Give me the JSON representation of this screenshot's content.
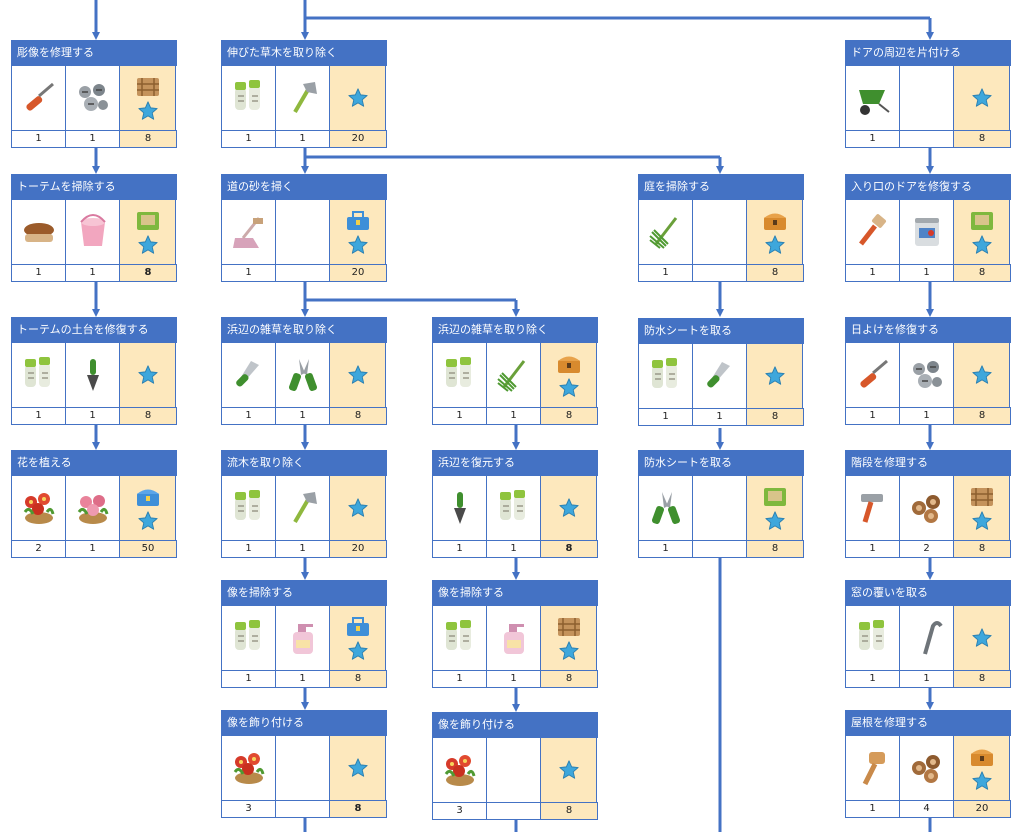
{
  "colors": {
    "header": "#4472c4",
    "line": "#4472c4",
    "reward_bg": "#fde8bd",
    "star": "#3ea7dc"
  },
  "cards": [
    {
      "id": "c1",
      "title": "彫像を修理する",
      "icons": [
        "screwdriver-icon",
        "screws-icon"
      ],
      "reward_icon": "wood-crate-icon",
      "counts": [
        "1",
        "1"
      ],
      "reward": "8",
      "reward_bold": false
    },
    {
      "id": "c2",
      "title": "トーテムを掃除する",
      "icons": [
        "scrub-brush-icon",
        "bucket-icon"
      ],
      "reward_icon": "green-crate-icon",
      "counts": [
        "1",
        "1"
      ],
      "reward": "8",
      "reward_bold": true
    },
    {
      "id": "c3",
      "title": "トーテムの土台を修復する",
      "icons": [
        "gloves-icon",
        "trowel-icon"
      ],
      "reward_icon": "",
      "counts": [
        "1",
        "1"
      ],
      "reward": "8",
      "reward_bold": false
    },
    {
      "id": "c4",
      "title": "花を植える",
      "icons": [
        "red-flowers-icon",
        "pink-flowers-icon"
      ],
      "reward_icon": "blue-chest-icon",
      "counts": [
        "2",
        "1"
      ],
      "reward": "50",
      "reward_bold": false
    },
    {
      "id": "c5",
      "title": "伸びた草木を取り除く",
      "icons": [
        "gloves-icon",
        "hatchet-icon"
      ],
      "reward_icon": "",
      "counts": [
        "1",
        "1"
      ],
      "reward": "20",
      "reward_bold": false
    },
    {
      "id": "c6",
      "title": "道の砂を掃く",
      "icons": [
        "dustpan-icon",
        ""
      ],
      "reward_icon": "blue-toolbox-icon",
      "counts": [
        "1",
        ""
      ],
      "reward": "20",
      "reward_bold": false
    },
    {
      "id": "c7",
      "title": "浜辺の雑草を取り除く",
      "icons": [
        "knife-icon",
        "pruner-icon"
      ],
      "reward_icon": "",
      "counts": [
        "1",
        "1"
      ],
      "reward": "8",
      "reward_bold": false
    },
    {
      "id": "c8",
      "title": "流木を取り除く",
      "icons": [
        "gloves-icon",
        "hatchet-icon"
      ],
      "reward_icon": "",
      "counts": [
        "1",
        "1"
      ],
      "reward": "20",
      "reward_bold": false
    },
    {
      "id": "c9",
      "title": "像を掃除する",
      "icons": [
        "gloves-icon",
        "soap-bottle-icon"
      ],
      "reward_icon": "blue-toolbox-icon",
      "counts": [
        "1",
        "1"
      ],
      "reward": "8",
      "reward_bold": false
    },
    {
      "id": "c10",
      "title": "像を飾り付ける",
      "icons": [
        "red-flowers-icon",
        ""
      ],
      "reward_icon": "",
      "counts": [
        "3",
        ""
      ],
      "reward": "8",
      "reward_bold": true
    },
    {
      "id": "c11",
      "title": "浜辺の雑草を取り除く",
      "icons": [
        "gloves-icon",
        "rake-icon"
      ],
      "reward_icon": "orange-chest-icon",
      "counts": [
        "1",
        "1"
      ],
      "reward": "8",
      "reward_bold": false
    },
    {
      "id": "c12",
      "title": "浜辺を復元する",
      "icons": [
        "trowel-icon",
        "gloves-icon"
      ],
      "reward_icon": "",
      "counts": [
        "1",
        "1"
      ],
      "reward": "8",
      "reward_bold": true
    },
    {
      "id": "c13",
      "title": "像を掃除する",
      "icons": [
        "gloves-icon",
        "soap-bottle-icon"
      ],
      "reward_icon": "wood-crate-icon",
      "counts": [
        "1",
        "1"
      ],
      "reward": "8",
      "reward_bold": false
    },
    {
      "id": "c14",
      "title": "像を飾り付ける",
      "icons": [
        "red-flowers-icon",
        ""
      ],
      "reward_icon": "",
      "counts": [
        "3",
        ""
      ],
      "reward": "8",
      "reward_bold": false
    },
    {
      "id": "c15",
      "title": "庭を掃除する",
      "icons": [
        "rake-icon",
        ""
      ],
      "reward_icon": "orange-chest-icon",
      "counts": [
        "1",
        ""
      ],
      "reward": "8",
      "reward_bold": false
    },
    {
      "id": "c16",
      "title": "防水シートを取る",
      "icons": [
        "gloves-icon",
        "knife-icon"
      ],
      "reward_icon": "",
      "counts": [
        "1",
        "1"
      ],
      "reward": "8",
      "reward_bold": false
    },
    {
      "id": "c17",
      "title": "防水シートを取る",
      "icons": [
        "pruner-icon",
        ""
      ],
      "reward_icon": "green-crate-icon",
      "counts": [
        "1",
        ""
      ],
      "reward": "8",
      "reward_bold": false
    },
    {
      "id": "c18",
      "title": "ドアの周辺を片付ける",
      "icons": [
        "wheelbarrow-icon",
        ""
      ],
      "reward_icon": "",
      "counts": [
        "1",
        ""
      ],
      "reward": "8",
      "reward_bold": false
    },
    {
      "id": "c19",
      "title": "入り口のドアを修復する",
      "icons": [
        "paintbrush-icon",
        "paint-can-icon"
      ],
      "reward_icon": "green-crate-icon",
      "counts": [
        "1",
        "1"
      ],
      "reward": "8",
      "reward_bold": false
    },
    {
      "id": "c20",
      "title": "日よけを修復する",
      "icons": [
        "screwdriver-icon",
        "screws-icon"
      ],
      "reward_icon": "",
      "counts": [
        "1",
        "1"
      ],
      "reward": "8",
      "reward_bold": false
    },
    {
      "id": "c21",
      "title": "階段を修理する",
      "icons": [
        "hammer-icon",
        "logs-icon"
      ],
      "reward_icon": "wood-crate-icon",
      "counts": [
        "1",
        "2"
      ],
      "reward": "8",
      "reward_bold": false
    },
    {
      "id": "c22",
      "title": "窓の覆いを取る",
      "icons": [
        "gloves-icon",
        "crowbar-icon"
      ],
      "reward_icon": "",
      "counts": [
        "1",
        "1"
      ],
      "reward": "8",
      "reward_bold": false
    },
    {
      "id": "c23",
      "title": "屋根を修理する",
      "icons": [
        "mallet-icon",
        "logs-icon"
      ],
      "reward_icon": "orange-chest-icon",
      "counts": [
        "1",
        "4"
      ],
      "reward": "20",
      "reward_bold": false
    }
  ]
}
